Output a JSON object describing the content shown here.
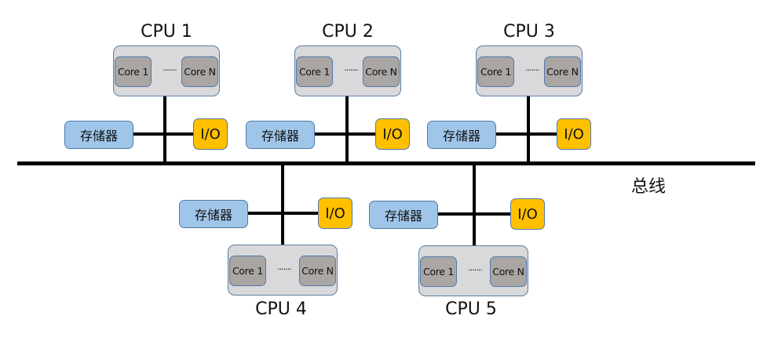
{
  "diagram": {
    "title": "",
    "bus_label": "总线",
    "colors": {
      "bus": "#000000",
      "cpu_fill": "#d9d8da",
      "core_fill": "#aaa6a4",
      "memory_fill": "#9fc5e8",
      "io_fill": "#ffc000",
      "border": "#4f7aa8"
    },
    "cpus": [
      {
        "label": "CPU 1",
        "core_first": "Core 1",
        "core_last": "Core N",
        "ellipsis": "·······",
        "memory": "存储器",
        "io": "I/O",
        "side": "top"
      },
      {
        "label": "CPU 2",
        "core_first": "Core 1",
        "core_last": "Core N",
        "ellipsis": "·······",
        "memory": "存储器",
        "io": "I/O",
        "side": "top"
      },
      {
        "label": "CPU 3",
        "core_first": "Core 1",
        "core_last": "Core N",
        "ellipsis": "·······",
        "memory": "存储器",
        "io": "I/O",
        "side": "top"
      },
      {
        "label": "CPU 4",
        "core_first": "Core 1",
        "core_last": "Core N",
        "ellipsis": "·······",
        "memory": "存储器",
        "io": "I/O",
        "side": "bottom"
      },
      {
        "label": "CPU 5",
        "core_first": "Core 1",
        "core_last": "Core N",
        "ellipsis": "·······",
        "memory": "存储器",
        "io": "I/O",
        "side": "bottom"
      }
    ]
  }
}
